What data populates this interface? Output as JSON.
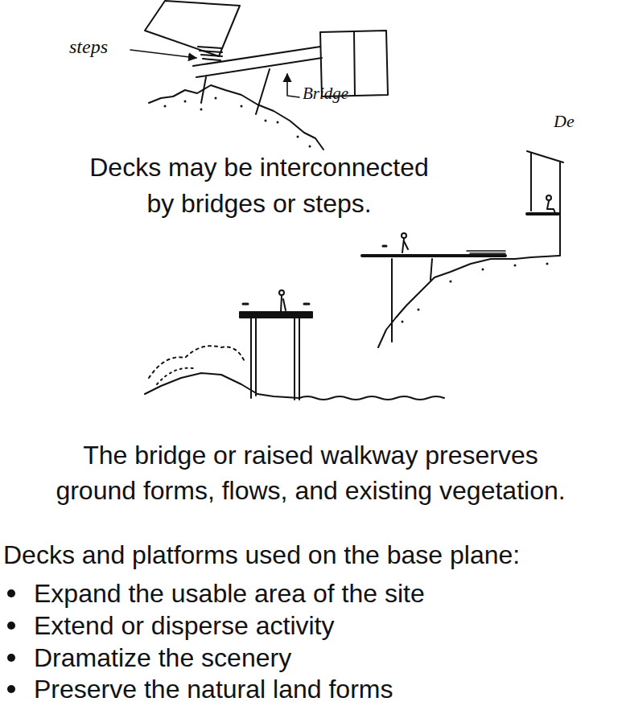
{
  "diagram": {
    "labels": [
      "steps",
      "Bridge",
      "Decks may be interconnected by bridges or steps.",
      "De",
      "The bridge or raised walkway preserves ground forms, flows, and existing vegetation.",
      "Decks and platforms used on the base plane:",
      "Expand the usable area of the site",
      "Extend or disperse activity",
      "Dramatize the scenery",
      "Preserve the natural land forms"
    ]
  }
}
